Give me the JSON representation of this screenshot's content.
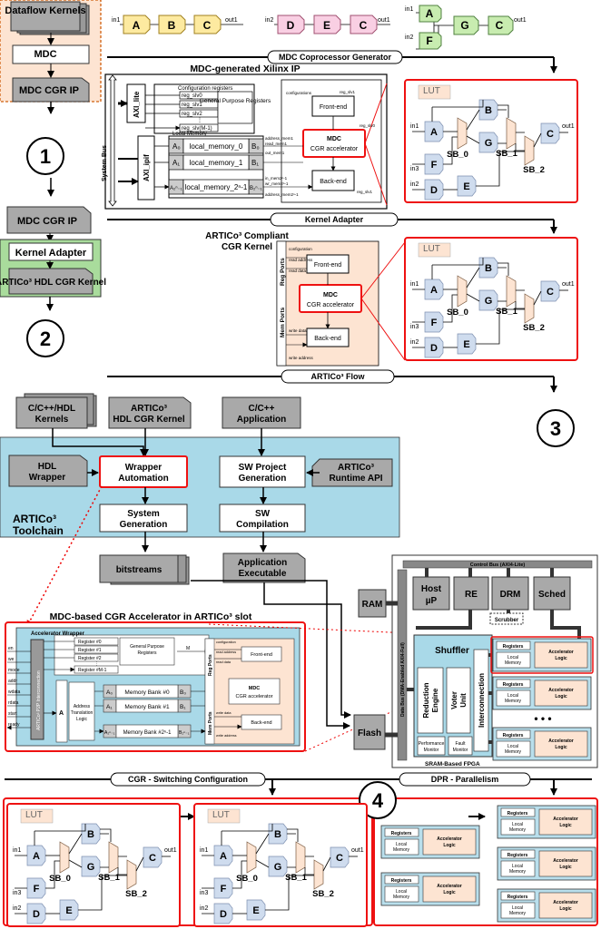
{
  "step1": {
    "items": [
      "Dataflow Kernels",
      "MDC",
      "MDC CGR IP"
    ],
    "number": "1"
  },
  "step2": {
    "input": "MDC CGR IP",
    "items": [
      "Kernel Adapter",
      "ARTICo³ HDL CGR Kernel"
    ],
    "number": "2"
  },
  "step3": {
    "number": "3"
  },
  "step4": {
    "number": "4"
  },
  "dataflows": {
    "df1": {
      "in": "in1",
      "nodes": [
        "A",
        "B",
        "C"
      ],
      "out": "out1"
    },
    "df2": {
      "in": "in2",
      "nodes": [
        "D",
        "E",
        "C"
      ],
      "out": "out1"
    },
    "df3": {
      "in1": "in1",
      "in2": "in2",
      "nodes": [
        "A",
        "F",
        "G",
        "C"
      ],
      "out": "out1"
    }
  },
  "bars": {
    "mdc_gen": "MDC Coprocessor Generator",
    "kernel_adapter": "Kernel Adapter",
    "artico_flow": "ARTICo³ Flow",
    "cgr_switch": "CGR - Switching Configuration",
    "dpr": "DPR - Parallelism"
  },
  "xilinx_ip": {
    "title": "MDC-generated Xilinx IP",
    "system_bus": "System Bus",
    "axi_lite": "AXI_lite",
    "axi_ipif": "AXI_ipif",
    "config_regs": "Configuration registers",
    "regs": [
      "reg_slv0",
      "reg_slv1",
      "reg_slv2",
      "⋮",
      "reg_slv(M-1)"
    ],
    "gpr": "General Purpose Registers",
    "local_memory_label": "Local Memory",
    "mem_rows": [
      {
        "a": "A₀",
        "name": "local_memory_0",
        "b": "B₀"
      },
      {
        "a": "A₁",
        "name": "local_memory_1",
        "b": "B₁"
      },
      {
        "a": "A₂ⁿ₋₁",
        "name": "local_memory_2ⁿ-1",
        "b": "B₂ⁿ₋₁"
      }
    ],
    "front_end": "Front-end",
    "back_end": "Back-end",
    "mdc_cgr": [
      "MDC",
      "CGR accelerator"
    ],
    "signals": [
      "configurations",
      "reg_slv1",
      "reg_slv0",
      "address_mem1",
      "read_mem1",
      "out_mem1",
      "in_mem2ⁿ-1",
      "wr_mem2ⁿ-1",
      "address_mem2ⁿ-1",
      "reg_slv1"
    ]
  },
  "artico_kernel": {
    "title": [
      "ARTICo³ Compliant",
      "CGR Kernel"
    ],
    "reg_ports": "Reg Ports",
    "mem_ports": "Mem Ports",
    "configuration": "configuration",
    "read_address": "read address",
    "read_data": "read data",
    "write_data": "write data",
    "write_address": "write address",
    "front_end": "Front-end",
    "back_end": "Back-end",
    "mdc_cgr": [
      "MDC",
      "CGR accelerator"
    ]
  },
  "lut": {
    "label": "LUT",
    "nodes": [
      "A",
      "B",
      "G",
      "C",
      "F",
      "D",
      "E"
    ],
    "sbs": [
      "SB_0",
      "SB_1",
      "SB_2"
    ],
    "inputs": [
      "in1",
      "in3",
      "in2"
    ],
    "output": "out1"
  },
  "toolchain": {
    "inputs": [
      [
        "C/C++/HDL",
        "Kernels"
      ],
      [
        "ARTICo³",
        "HDL CGR Kernel"
      ],
      [
        "C/C++",
        "Application"
      ]
    ],
    "hdl_wrapper": [
      "HDL",
      "Wrapper"
    ],
    "runtime_api": [
      "ARTICo³",
      "Runtime API"
    ],
    "wrapper_automation": [
      "Wrapper",
      "Automation"
    ],
    "sw_project": [
      "SW Project",
      "Generation"
    ],
    "system_gen": [
      "System",
      "Generation"
    ],
    "sw_comp": [
      "SW",
      "Compilation"
    ],
    "label": [
      "ARTICo³",
      "Toolchain"
    ],
    "bitstreams": "bitstreams",
    "app_exe": [
      "Application",
      "Executable"
    ]
  },
  "slot": {
    "title": "MDC-based CGR Accelerator in ARTICo³ slot",
    "wrapper": "Accelerator Wrapper",
    "p2p": "ARTICo³ P2P Interconnection",
    "signals": [
      "en",
      "we",
      "mode",
      "addr",
      "wdata",
      "rdata",
      "start",
      "ready"
    ],
    "regs": [
      "Register #0",
      "Register #1",
      "Register #2",
      "⋮",
      "Register #M-1"
    ],
    "gpr": [
      "General Purpose",
      "Registers"
    ],
    "m": "M",
    "a": "A",
    "atl": [
      "Address",
      "Translation",
      "Logic"
    ],
    "banks": [
      {
        "a": "A₀",
        "name": "Memory Bank #0",
        "b": "B₀"
      },
      {
        "a": "A₁",
        "name": "Memory Bank #1",
        "b": "B₁"
      },
      {
        "a": "A₂ⁿ₋₁",
        "name": "Memory Bank #2ⁿ-1",
        "b": "B₂ⁿ₋₁"
      }
    ]
  },
  "fpga": {
    "ram": "RAM",
    "flash": "Flash",
    "control_bus": "Control Bus (AXI4-Lite)",
    "host": [
      "Host",
      "µP"
    ],
    "re": "RE",
    "drm": "DRM",
    "sched": "Sched",
    "scrubber": "Scrubber",
    "data_bus": "Data Bus (DMA-Enabled AXI4-Full)",
    "shuffler": "Shuffler",
    "reduction": [
      "Reduction",
      "Engine"
    ],
    "voter": [
      "Voter",
      "Unit"
    ],
    "interconnection": "Interconnection",
    "perf": [
      "Performance",
      "Monitor"
    ],
    "fault": [
      "Fault",
      "Monitor"
    ],
    "sram": "SRAM-Based FPGA",
    "dots": "• • •",
    "acc": {
      "registers": "Registers",
      "local_memory": [
        "Local",
        "Memory"
      ],
      "logic": [
        "Accelerator",
        "Logic"
      ]
    }
  }
}
